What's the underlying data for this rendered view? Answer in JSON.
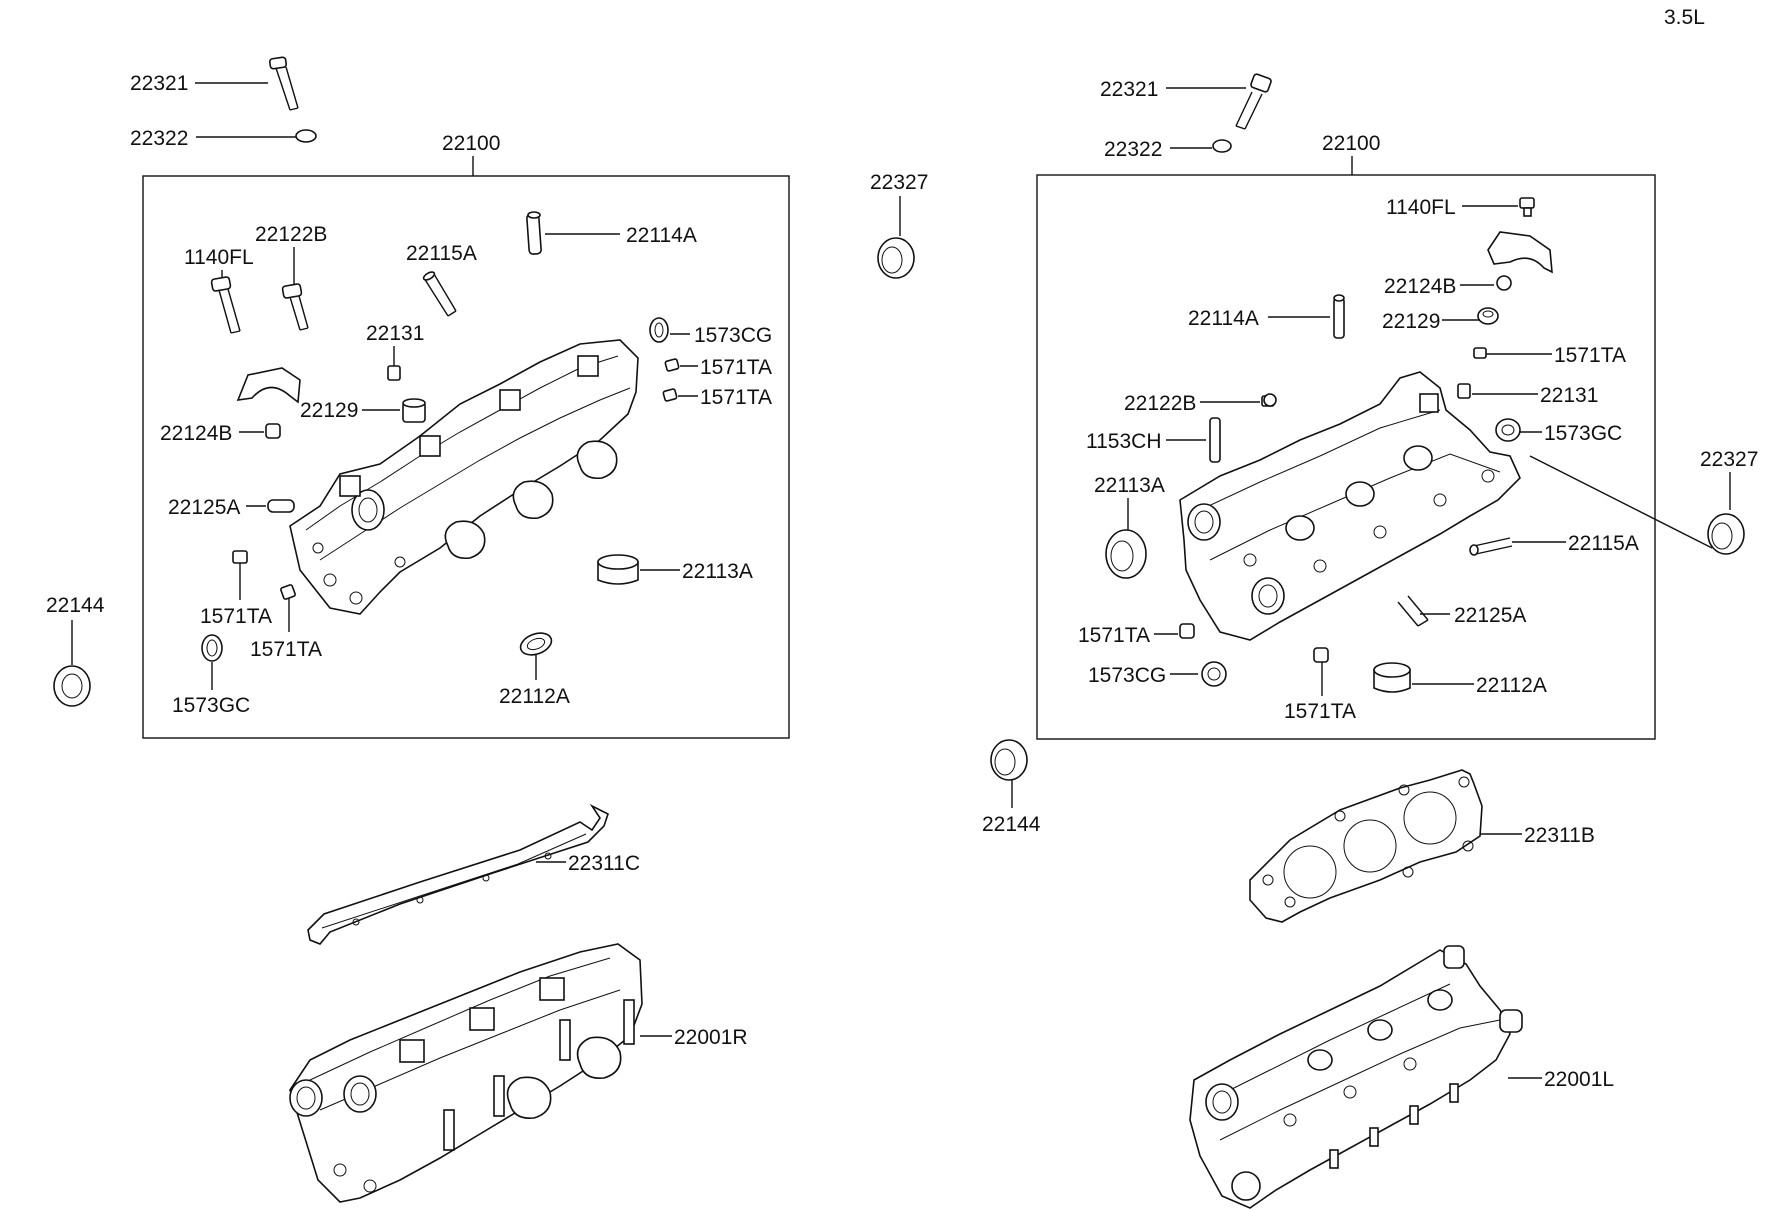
{
  "engine_label": "3.5L",
  "left_bank": {
    "assembly_number": "22100",
    "outside_labels": {
      "bolt": "22321",
      "washer": "22322",
      "seal": "22144",
      "gasket": "22311C",
      "head_assembly": "22001R"
    },
    "box_labels": {
      "guide_a": "22114A",
      "bolt_b": "22122B",
      "pin_a": "22115A",
      "bolt_fl": "1140FL",
      "plug_cg": "1573CG",
      "plug_ta_1": "1571TA",
      "plug_ta_2": "1571TA",
      "plug_131": "22131",
      "plug_129": "22129",
      "cap_b": "22124B",
      "dowel_a": "22125A",
      "seal_113a": "22113A",
      "plug_ta_3": "1571TA",
      "plug_ta_4": "1571TA",
      "plug_gc": "1573GC",
      "seal_112a": "22112A"
    }
  },
  "center": {
    "seal_top": "22327",
    "seal_bottom": "22144"
  },
  "right_bank": {
    "assembly_number": "22100",
    "outside_labels": {
      "bolt": "22321",
      "washer": "22322",
      "seal": "22327",
      "gasket": "22311B",
      "head_assembly": "22001L"
    },
    "box_labels": {
      "bolt_fl": "1140FL",
      "cap_b": "22124B",
      "guide_a": "22114A",
      "plug_129": "22129",
      "plug_ta_1": "1571TA",
      "bolt_b": "22122B",
      "plug_131": "22131",
      "pin_ch": "1153CH",
      "plug_gc": "1573GC",
      "seal_113a": "22113A",
      "pin_a": "22115A",
      "dowel_a": "22125A",
      "plug_ta_2": "1571TA",
      "plug_cg": "1573CG",
      "seal_112a": "22112A",
      "plug_ta_3": "1571TA"
    }
  }
}
